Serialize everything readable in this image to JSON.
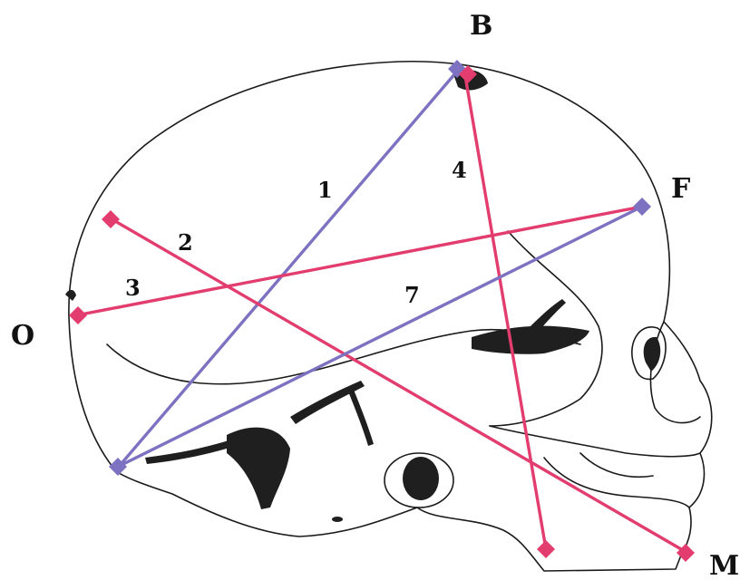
{
  "colors": {
    "background": "#ffffff",
    "skull_fill": "#f6f3cf",
    "outline": "#1a1a1a",
    "red_line": "#e23d6e",
    "blue_line": "#7d72c2"
  },
  "points": {
    "B": "B",
    "F": "F",
    "O": "O",
    "M": "M"
  },
  "measurements": [
    {
      "id": "1",
      "label": "1",
      "color": "blue"
    },
    {
      "id": "2",
      "label": "2",
      "color": "red"
    },
    {
      "id": "3",
      "label": "3",
      "color": "red"
    },
    {
      "id": "4",
      "label": "4",
      "color": "red"
    },
    {
      "id": "7",
      "label": "7",
      "color": "blue"
    }
  ]
}
